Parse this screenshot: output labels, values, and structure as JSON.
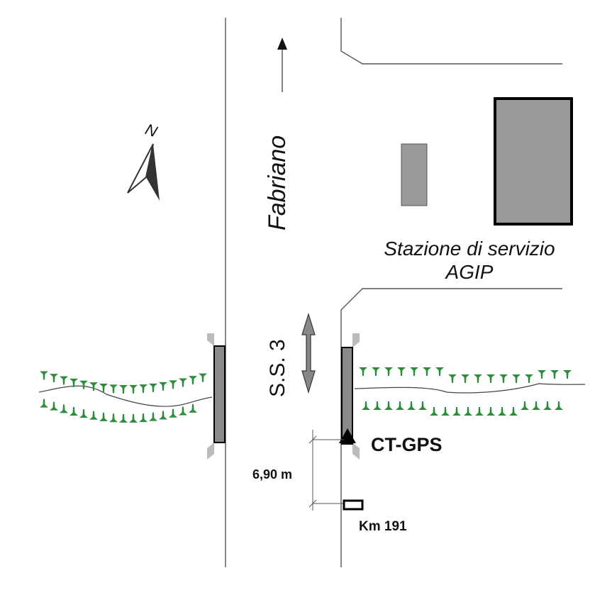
{
  "labels": {
    "direction": "Fabriano",
    "road": "S.S. 3",
    "station_line1": "Stazione di servizio",
    "station_line2": "AGIP",
    "north": "N",
    "point": "CT-GPS",
    "distance": "6,90 m",
    "km_marker": "Km 191"
  },
  "icons": {
    "north": "north-arrow-icon",
    "point": "triangle-marker-icon",
    "km": "km-marker-icon"
  },
  "colors": {
    "vegetation": "#2e8b3c",
    "building_fill": "#999999",
    "bridge_fill": "#8a8a8a",
    "line": "#555555"
  }
}
